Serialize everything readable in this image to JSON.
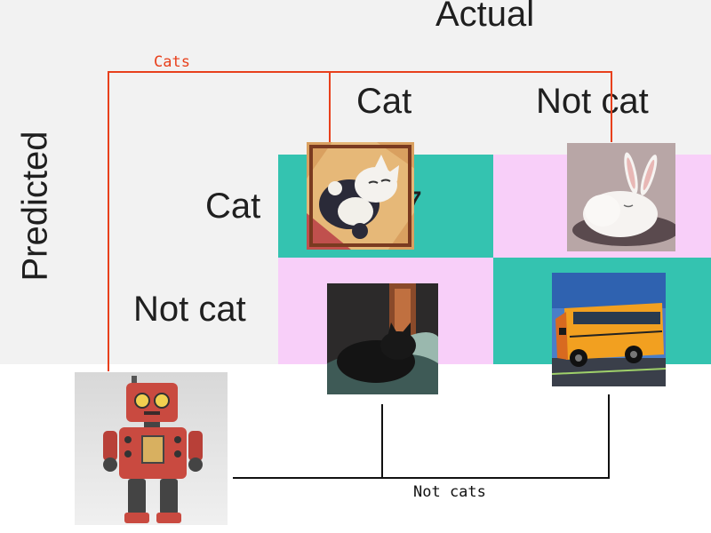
{
  "matrix": {
    "axis_actual": "Actual",
    "axis_predicted": "Predicted",
    "columns": [
      "Cat",
      "Not cat"
    ],
    "rows": [
      "Cat",
      "Not cat"
    ],
    "partial_value": "7",
    "colors": {
      "correct": "#34c3b0",
      "incorrect": "#f8cff9",
      "panel": "#f2f2f2",
      "bracket_cats": "#e8401c",
      "bracket_not_cats": "#111111"
    }
  },
  "annotations": {
    "cats_label": "Cats",
    "not_cats_label": "Not cats"
  },
  "images": {
    "cat_playing": "cat-playing-image",
    "white_rabbit": "white-rabbit-image",
    "black_cat": "black-cat-sleeping-image",
    "school_bus": "school-bus-image",
    "robot": "red-robot-image"
  }
}
